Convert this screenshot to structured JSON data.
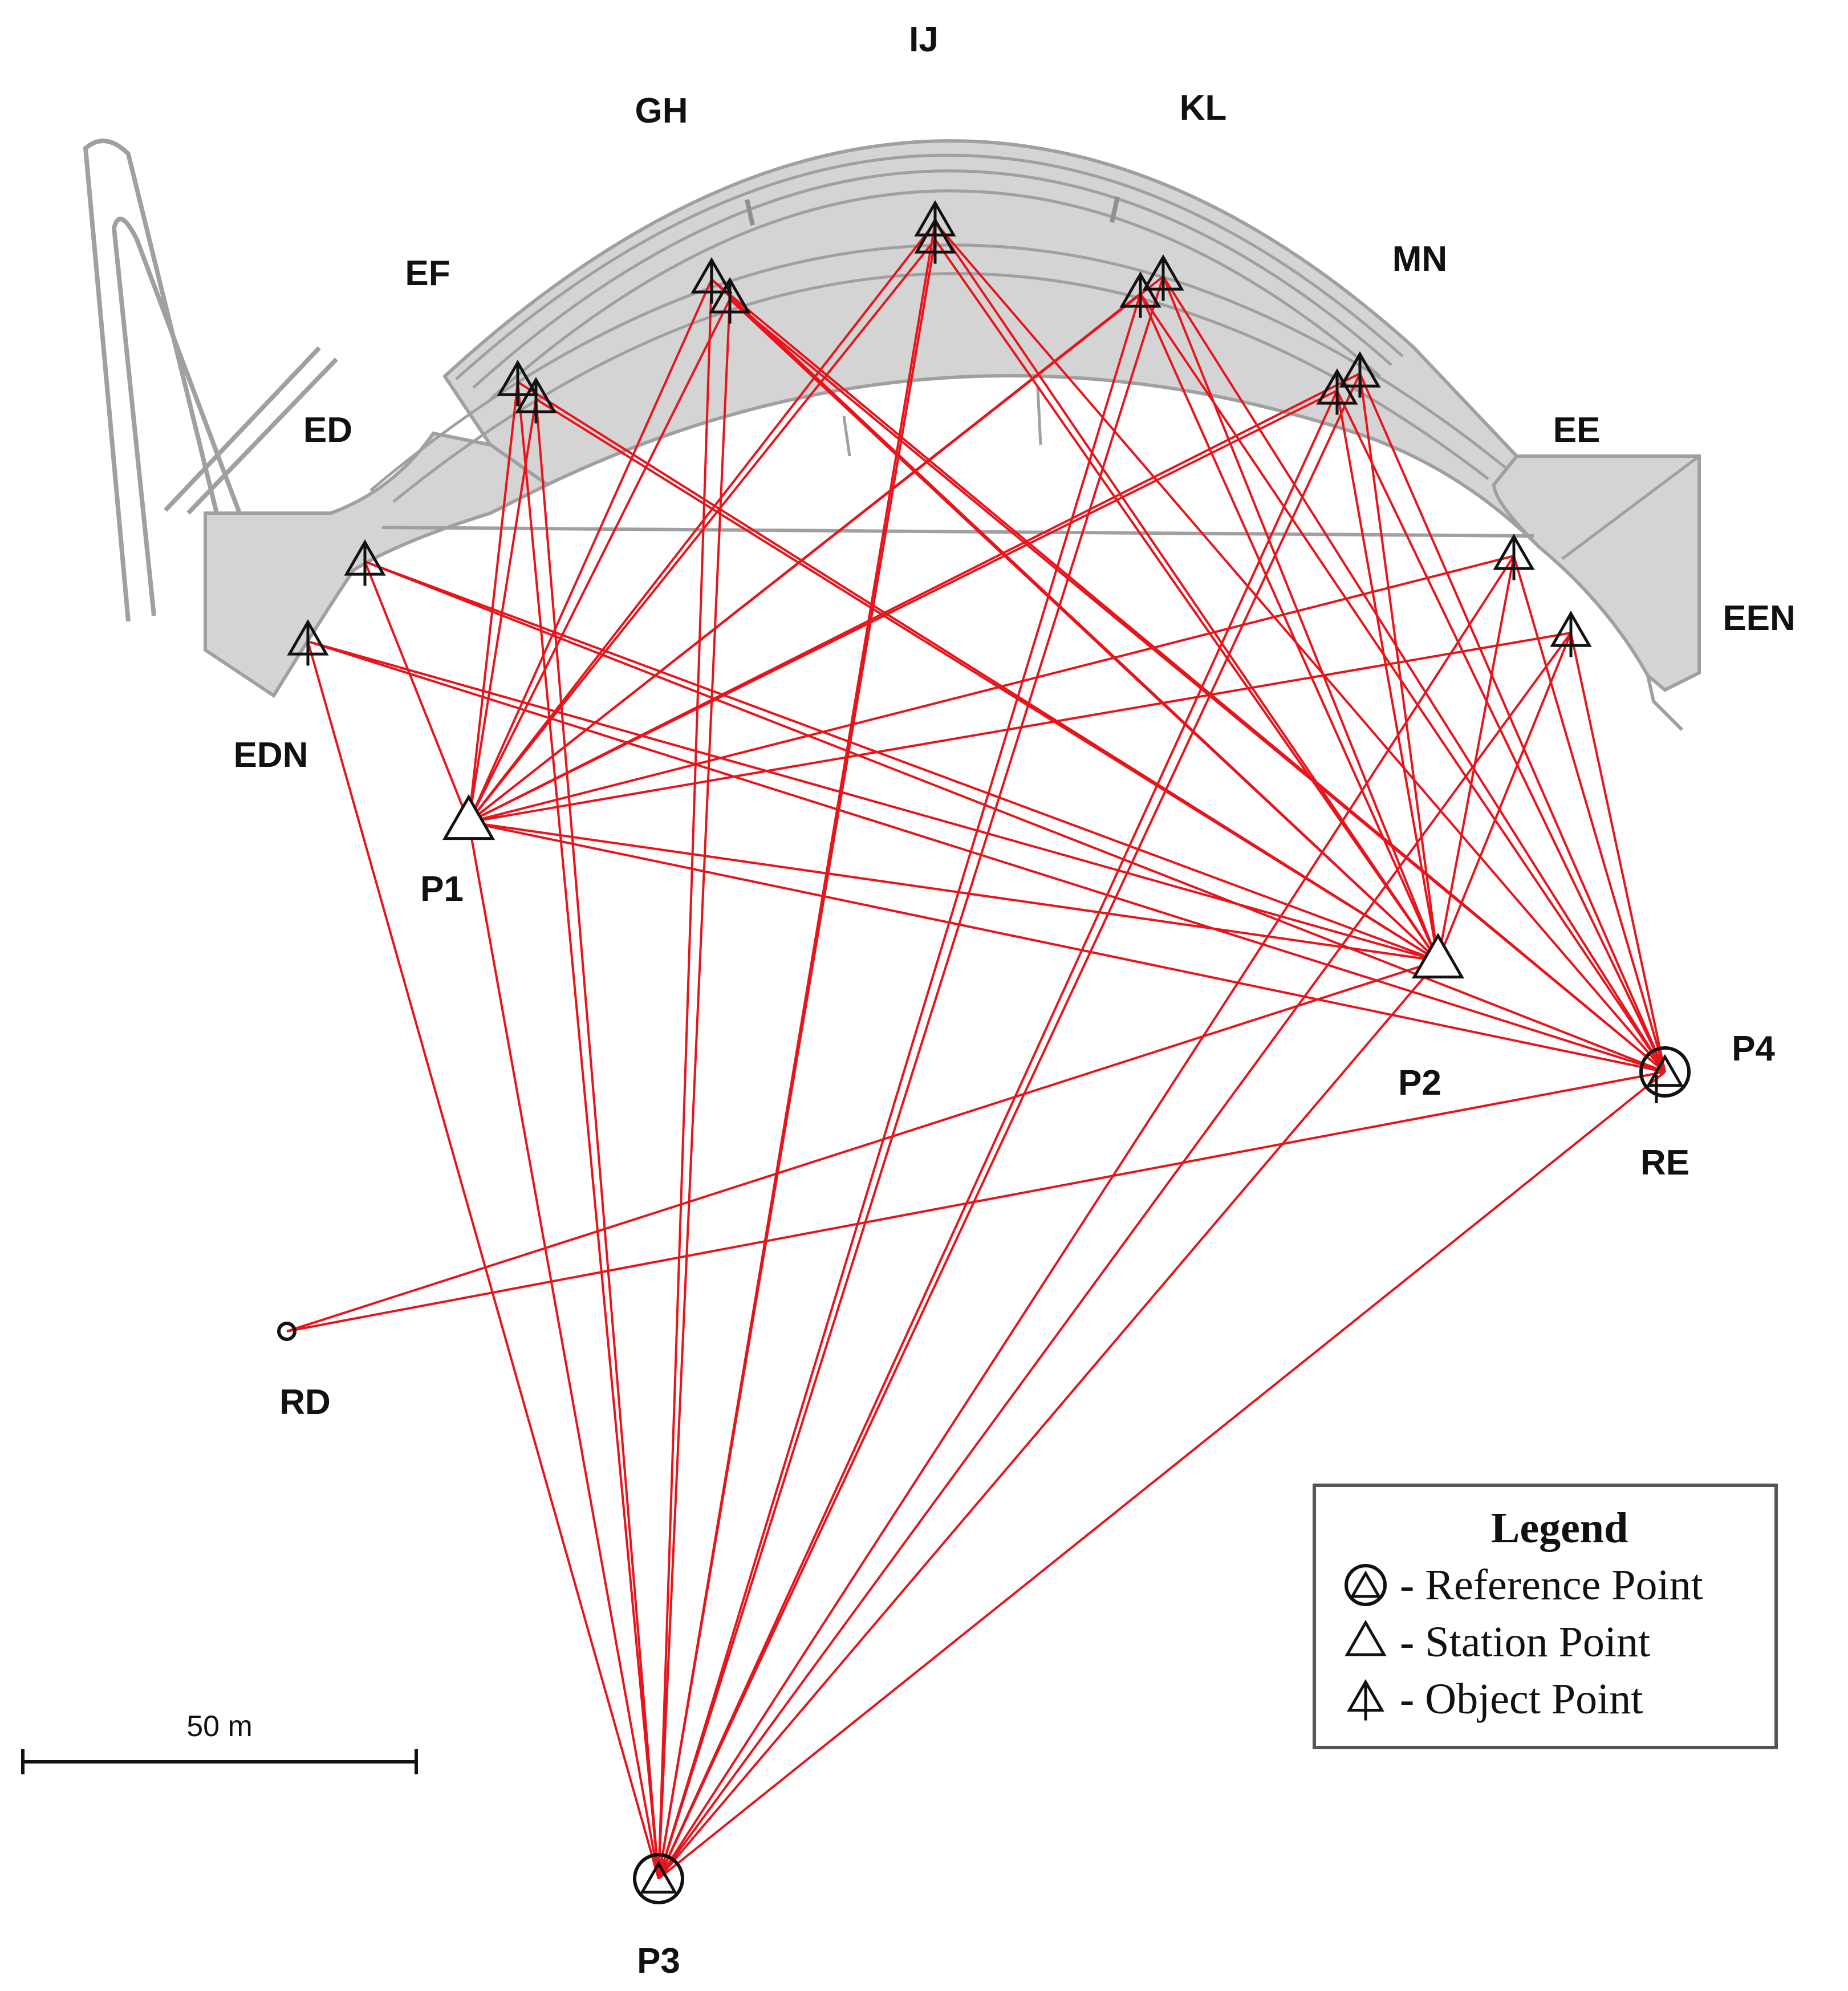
{
  "points": {
    "P1": {
      "label": "P1",
      "kind": "station"
    },
    "P2": {
      "label": "P2",
      "kind": "station"
    },
    "P3": {
      "label": "P3",
      "kind": "reference"
    },
    "P4": {
      "label": "P4",
      "kind": "reference"
    },
    "RE": {
      "label": "RE",
      "kind": "reference"
    },
    "RD": {
      "label": "RD",
      "kind": "reference"
    },
    "ED": {
      "label": "ED",
      "kind": "object"
    },
    "EDN": {
      "label": "EDN",
      "kind": "object"
    },
    "EF": {
      "label": "EF",
      "kind": "object"
    },
    "GH": {
      "label": "GH",
      "kind": "object"
    },
    "IJ": {
      "label": "IJ",
      "kind": "object"
    },
    "KL": {
      "label": "KL",
      "kind": "object"
    },
    "MN": {
      "label": "MN",
      "kind": "object"
    },
    "EE": {
      "label": "EE",
      "kind": "object"
    },
    "EEN": {
      "label": "EEN",
      "kind": "object"
    }
  },
  "legend": {
    "title": "Legend",
    "items": [
      {
        "symbol": "reference",
        "text": "- Reference Point"
      },
      {
        "symbol": "station",
        "text": "- Station Point"
      },
      {
        "symbol": "object",
        "text": "- Object Point"
      }
    ]
  },
  "scale_bar": {
    "label": "50 m"
  },
  "colors": {
    "sight_lines": "#e8141b",
    "dam_fill": "#d4d4d4",
    "dam_outline": "#a0a0a0",
    "symbols": "#111111"
  }
}
